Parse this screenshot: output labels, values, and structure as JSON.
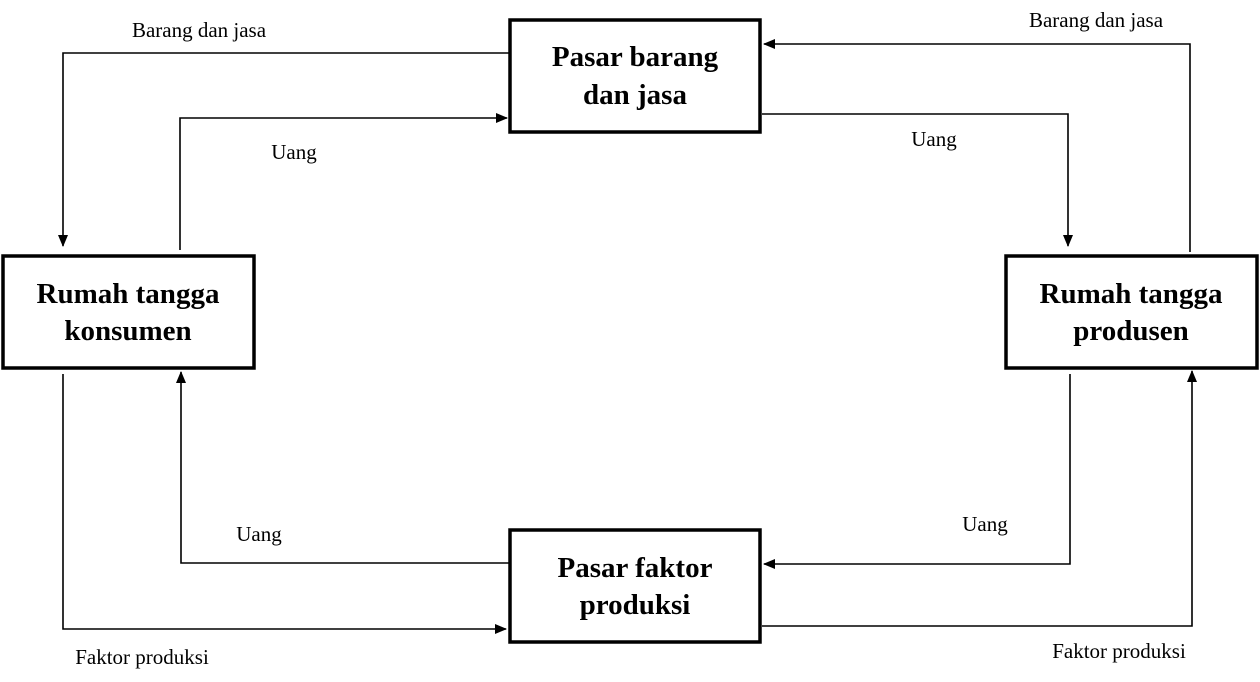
{
  "nodes": {
    "market_goods": {
      "line1": "Pasar barang",
      "line2": "dan jasa"
    },
    "household_consumer": {
      "line1": "Rumah tangga",
      "line2": "konsumen"
    },
    "household_producer": {
      "line1": "Rumah tangga",
      "line2": "produsen"
    },
    "market_factors": {
      "line1": "Pasar faktor",
      "line2": "produksi"
    }
  },
  "flows": {
    "goods_to_consumer": "Barang dan jasa",
    "producer_goods_to_market": "Barang dan jasa",
    "consumer_money_to_goods_market": "Uang",
    "goods_market_money_to_producer": "Uang",
    "factor_market_money_to_consumer": "Uang",
    "producer_money_to_factor_market": "Uang",
    "consumer_factors_to_market": "Faktor produksi",
    "factor_market_factors_to_producer": "Faktor produksi"
  }
}
